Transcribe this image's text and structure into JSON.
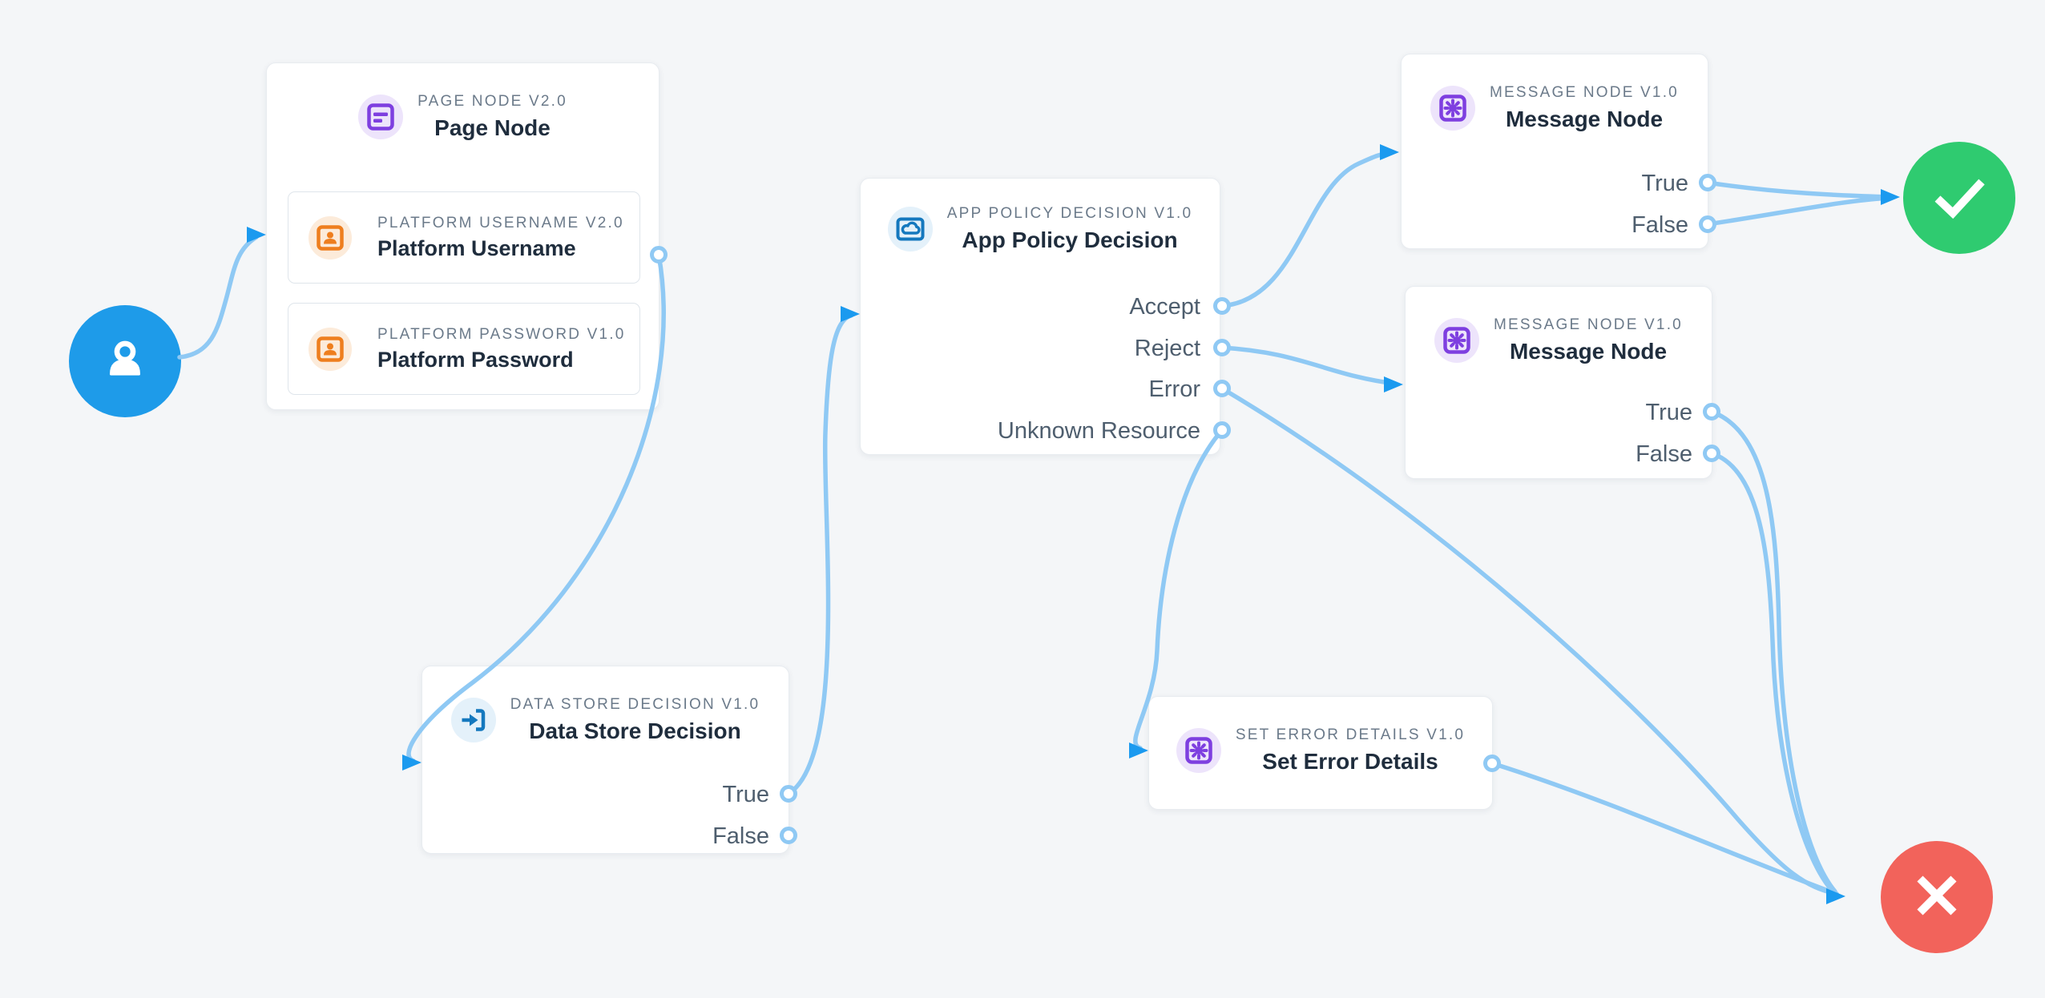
{
  "colors": {
    "background": "#F4F6F8",
    "edge": "#8FC9F4",
    "arrowhead": "#1B9AEF",
    "port_stroke": "#8FC9F4",
    "card_border": "#E8ECF0",
    "type_label_text": "#6B7A8A",
    "title_text": "#1F2D3D",
    "output_label_text": "#4E5E6E",
    "start_node": "#1E9BE9",
    "success_node": "#2FCB70",
    "failure_node": "#F2635B",
    "purple_icon": "#7E3FE0",
    "purple_icon_bg": "#EDE4FB",
    "orange_icon": "#EE7E1E",
    "orange_icon_bg": "#FCEBDA",
    "blue_icon": "#1478BE",
    "blue_icon_bg": "#E4F1FA"
  },
  "nodes": {
    "start": {
      "icon": "user-icon"
    },
    "page_node": {
      "type_label": "PAGE NODE V2.0",
      "title": "Page Node",
      "fields": [
        {
          "type_label": "PLATFORM USERNAME V2.0",
          "title": "Platform Username"
        },
        {
          "type_label": "PLATFORM PASSWORD V1.0",
          "title": "Platform Password"
        }
      ]
    },
    "data_store_decision": {
      "type_label": "DATA STORE DECISION V1.0",
      "title": "Data Store Decision",
      "outputs": [
        "True",
        "False"
      ]
    },
    "app_policy_decision": {
      "type_label": "APP POLICY DECISION V1.0",
      "title": "App Policy Decision",
      "outputs": [
        "Accept",
        "Reject",
        "Error",
        "Unknown Resource"
      ]
    },
    "message_node_top": {
      "type_label": "MESSAGE NODE V1.0",
      "title": "Message Node",
      "outputs": [
        "True",
        "False"
      ]
    },
    "message_node_bottom": {
      "type_label": "MESSAGE NODE V1.0",
      "title": "Message Node",
      "outputs": [
        "True",
        "False"
      ]
    },
    "set_error_details": {
      "type_label": "SET ERROR DETAILS V1.0",
      "title": "Set Error Details"
    },
    "success_end": {
      "icon": "check-icon"
    },
    "failure_end": {
      "icon": "x-icon"
    }
  }
}
